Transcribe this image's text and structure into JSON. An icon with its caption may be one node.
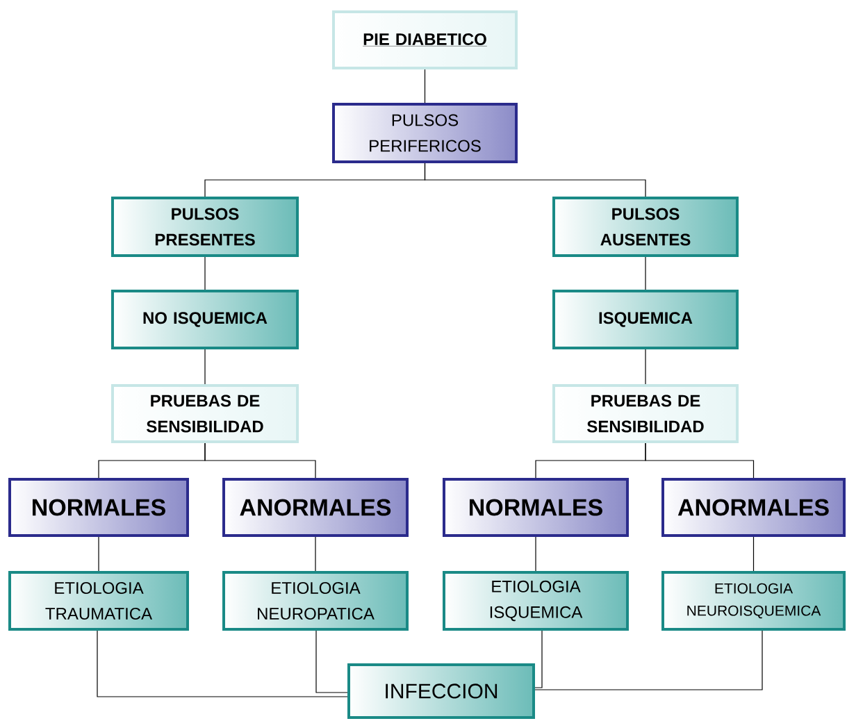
{
  "diagram": {
    "nodes": [
      {
        "text": [
          "PIE DIABETICO"
        ]
      },
      {
        "text": [
          "PULSOS PERIFERICOS"
        ]
      },
      {
        "text": [
          "PULSOS PRESENTES"
        ]
      },
      {
        "text": [
          "PULSOS AUSENTES"
        ]
      },
      {
        "text": [
          "NO ISQUEMICA"
        ]
      },
      {
        "text": [
          "ISQUEMICA"
        ]
      },
      {
        "text": [
          "PRUEBAS DE SENSIBILIDAD"
        ]
      },
      {
        "text": [
          "PRUEBAS DE SENSIBILIDAD"
        ]
      },
      {
        "text": [
          "NORMALES"
        ]
      },
      {
        "text": [
          "ANORMALES"
        ]
      },
      {
        "text": [
          "NORMALES"
        ]
      },
      {
        "text": [
          "ANORMALES"
        ]
      },
      {
        "text": [
          "ETIOLOGIA TRAUMATICA"
        ]
      },
      {
        "text": [
          "ETIOLOGIA NEUROPATICA"
        ]
      },
      {
        "text": [
          "ETIOLOGIA ISQUEMICA"
        ]
      },
      {
        "text": [
          "ETIOLOGIA NEUROISQUEMICA"
        ]
      },
      {
        "text": [
          "INFECCION"
        ]
      }
    ],
    "edges": [
      {
        "from": 0,
        "to": 1,
        "arrow": "none"
      },
      {
        "from": 1,
        "to": 2,
        "arrow": "none"
      },
      {
        "from": 1,
        "to": 3,
        "arrow": "none"
      },
      {
        "from": 2,
        "to": 4,
        "arrow": "none"
      },
      {
        "from": 3,
        "to": 5,
        "arrow": "none"
      },
      {
        "from": 4,
        "to": 6,
        "arrow": "none"
      },
      {
        "from": 5,
        "to": 7,
        "arrow": "none"
      },
      {
        "from": 6,
        "to": 8,
        "arrow": "none"
      },
      {
        "from": 6,
        "to": 9,
        "arrow": "none"
      },
      {
        "from": 7,
        "to": 10,
        "arrow": "none"
      },
      {
        "from": 7,
        "to": 11,
        "arrow": "none"
      },
      {
        "from": 8,
        "to": 12,
        "arrow": "none"
      },
      {
        "from": 9,
        "to": 13,
        "arrow": "none"
      },
      {
        "from": 10,
        "to": 14,
        "arrow": "none"
      },
      {
        "from": 11,
        "to": 15,
        "arrow": "none"
      },
      {
        "from": 12,
        "to": 16,
        "arrow": "none"
      },
      {
        "from": 13,
        "to": 16,
        "arrow": "none"
      },
      {
        "from": 14,
        "to": 16,
        "arrow": "none"
      },
      {
        "from": 15,
        "to": 16,
        "arrow": "none"
      }
    ]
  }
}
